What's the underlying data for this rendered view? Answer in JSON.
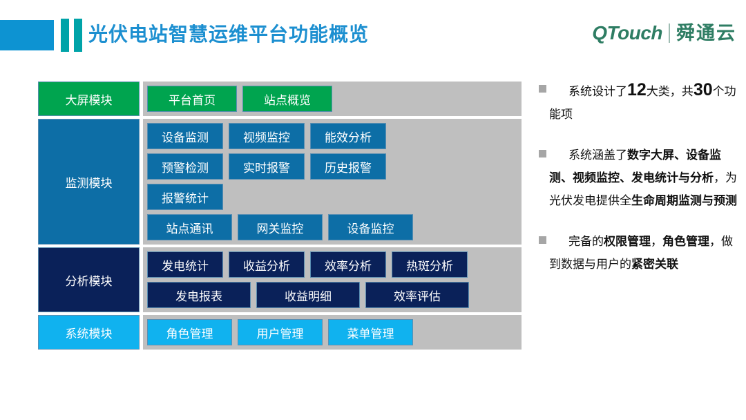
{
  "header": {
    "title": "光伏电站智慧运维平台功能概览",
    "logo_en": "QTouch",
    "logo_cn": "舜通云",
    "accent_blue": "#0d93d2",
    "accent_teal": "#00a3a8",
    "title_color": "#1c8fd0",
    "logo_color": "#2e7d63"
  },
  "diagram": {
    "modules": [
      {
        "label": "大屏模块",
        "color": "#00a44f",
        "rows": [
          {
            "items": [
              "平台首页",
              "站点概览"
            ]
          }
        ]
      },
      {
        "label": "监测模块",
        "color": "#0d6ea6",
        "rows": [
          {
            "items": [
              "设备监测",
              "视频监控",
              "能效分析"
            ]
          },
          {
            "items": [
              "预警检测",
              "实时报警",
              "历史报警"
            ]
          },
          {
            "items": [
              "报警统计"
            ]
          },
          {
            "items": [
              "站点通讯",
              "网关监控",
              "设备监控"
            ]
          }
        ]
      },
      {
        "label": "分析模块",
        "color": "#0a2159",
        "rows": [
          {
            "items": [
              "发电统计",
              "收益分析",
              "效率分析",
              "热斑分析"
            ]
          },
          {
            "items": [
              "发电报表",
              "收益明细",
              "效率评估"
            ]
          }
        ]
      },
      {
        "label": "系统模块",
        "color": "#10b2ef",
        "rows": [
          {
            "items": [
              "角色管理",
              "用户管理",
              "菜单管理"
            ]
          }
        ]
      }
    ],
    "panel_bg": "#bfbfbf"
  },
  "notes": {
    "bullet_color": "#a6a6a6",
    "items": [
      {
        "id": "note-1",
        "segments": [
          {
            "text": "系统设计了",
            "style": "normal"
          },
          {
            "text": "12",
            "style": "big"
          },
          {
            "text": "大类，共",
            "style": "normal"
          },
          {
            "text": "30",
            "style": "big"
          },
          {
            "text": "个功能项",
            "style": "normal"
          }
        ],
        "plain": "系统设计了12大类，共30个功能项"
      },
      {
        "id": "note-2",
        "segments": [
          {
            "text": "系统涵盖了",
            "style": "normal"
          },
          {
            "text": "数字大屏、设备监测、视频监控、发电统计与分析",
            "style": "bold"
          },
          {
            "text": "，为光伏发电提供全",
            "style": "normal"
          },
          {
            "text": "生命周期监测与预测",
            "style": "bold"
          }
        ],
        "plain": "系统涵盖了数字大屏、设备监测、视频监控、发电统计与分析，为光伏发电提供全生命周期监测与预测"
      },
      {
        "id": "note-3",
        "segments": [
          {
            "text": "完备的",
            "style": "normal"
          },
          {
            "text": "权限管理",
            "style": "bold"
          },
          {
            "text": "，",
            "style": "normal"
          },
          {
            "text": "角色管理",
            "style": "bold"
          },
          {
            "text": "，做到数据与用户的",
            "style": "normal"
          },
          {
            "text": "紧密关联",
            "style": "bold"
          }
        ],
        "plain": "完备的权限管理，角色管理，做到数据与用户的紧密关联"
      }
    ]
  }
}
